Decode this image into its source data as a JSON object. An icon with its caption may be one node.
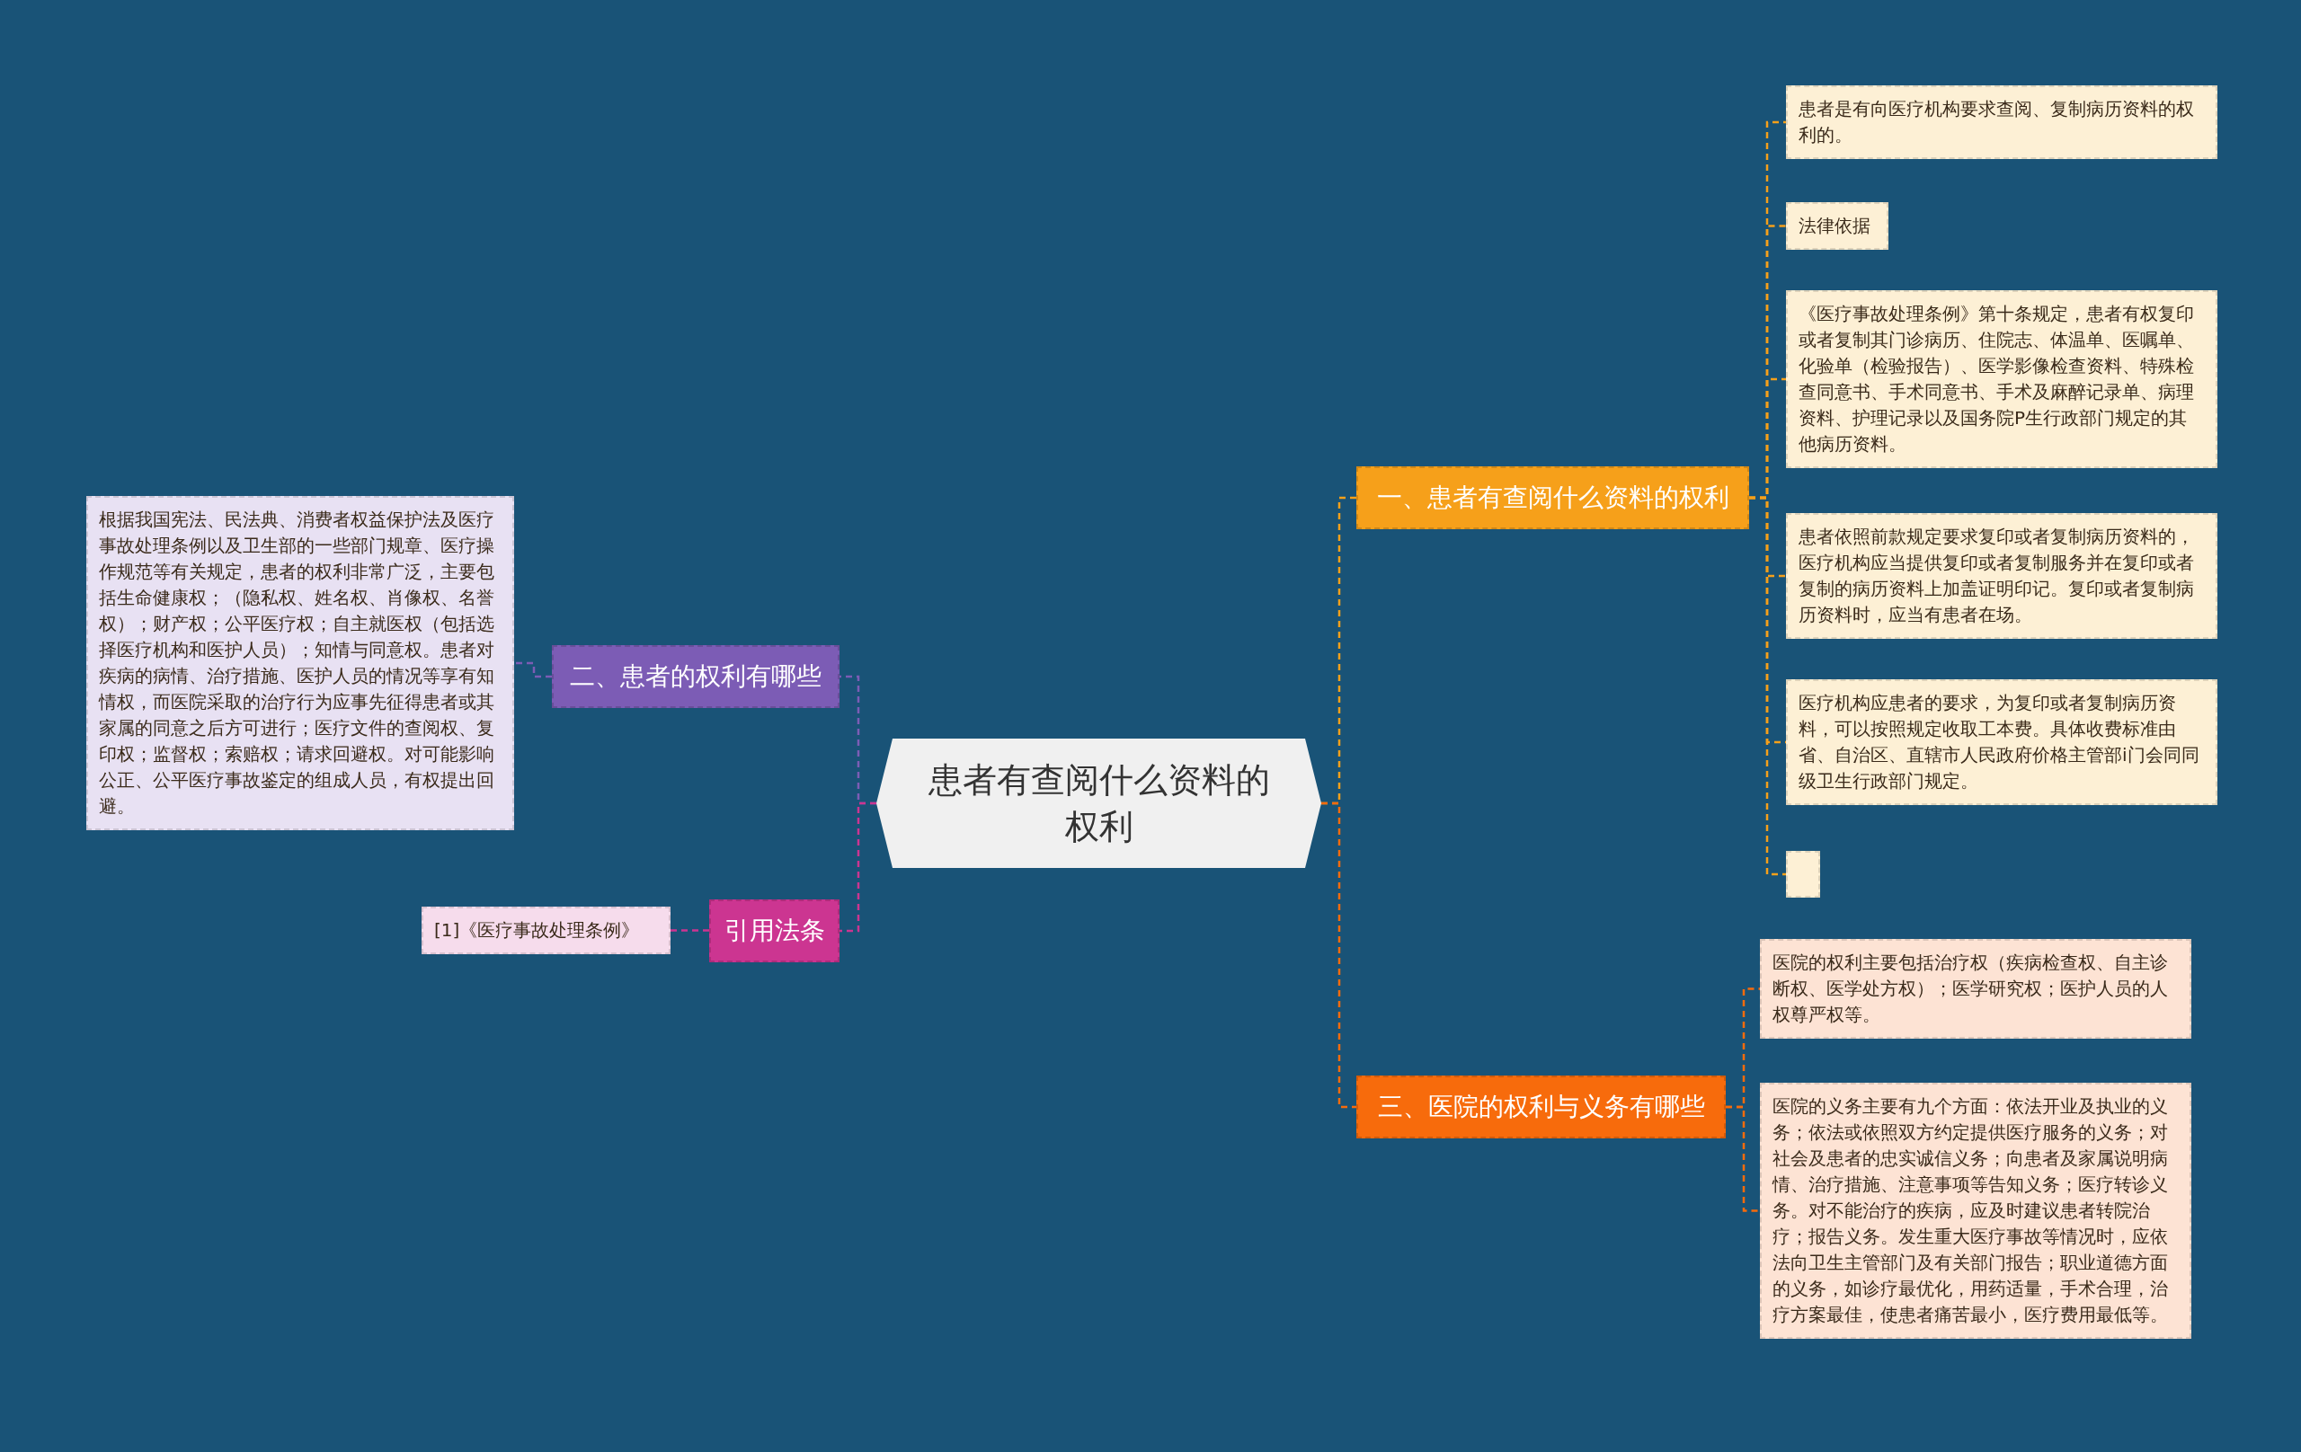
{
  "diagram": {
    "nodes": [
      {
        "text": [
          "患者有查阅什么资料的权利"
        ]
      },
      {
        "text": [
          "一、患者有查阅什么资料的权利"
        ]
      },
      {
        "text": [
          "患者是有向医疗机构要求查阅、复制病历资料的权利的。"
        ]
      },
      {
        "text": [
          "法律依据"
        ]
      },
      {
        "text": [
          "《医疗事故处理条例》第十条规定，患者有权复印或者复制其门诊病历、住院志、体温单、医嘱单、化验单（检验报告）、医学影像检查资料、特殊检查同意书、手术同意书、手术及麻醉记录单、病理资料、护理记录以及国务院P生行政部门规定的其他病历资料。"
        ]
      },
      {
        "text": [
          "患者依照前款规定要求复印或者复制病历资料的，医疗机构应当提供复印或者复制服务并在复印或者复制的病历资料上加盖证明印记。复印或者复制病历资料时，应当有患者在场。"
        ]
      },
      {
        "text": [
          "医疗机构应患者的要求，为复印或者复制病历资料，可以按照规定收取工本费。具体收费标准由省、自治区、直辖市人民政府价格主管部i门会同同级卫生行政部门规定。"
        ]
      },
      {
        "text": [],
        "shape": "box"
      },
      {
        "text": [
          "三、医院的权利与义务有哪些"
        ]
      },
      {
        "text": [
          "医院的权利主要包括治疗权（疾病检查权、自主诊断权、医学处方权）；医学研究权；医护人员的人权尊严权等。"
        ]
      },
      {
        "text": [
          "医院的义务主要有九个方面：依法开业及执业的义务；依法或依照双方约定提供医疗服务的义务；对社会及患者的忠实诚信义务；向患者及家属说明病情、治疗措施、注意事项等告知义务；医疗转诊义务。对不能治疗的疾病，应及时建议患者转院治疗；报告义务。发生重大医疗事故等情况时，应依法向卫生主管部门及有关部门报告；职业道德方面的义务，如诊疗最优化，用药适量，手术合理，治疗方案最佳，使患者痛苦最小，医疗费用最低等。"
        ]
      },
      {
        "text": [
          "二、患者的权利有哪些"
        ]
      },
      {
        "text": [
          "根据我国宪法、民法典、消费者权益保护法及医疗事故处理条例以及卫生部的一些部门规章、医疗操作规范等有关规定，患者的权利非常广泛，主要包括生命健康权；（隐私权、姓名权、肖像权、名誉权）；财产权；公平医疗权；自主就医权（包括选择医疗机构和医护人员）；知情与同意权。患者对疾病的病情、治疗措施、医护人员的情况等享有知情权，而医院采取的治疗行为应事先征得患者或其家属的同意之后方可进行；医疗文件的查阅权、复印权；监督权；索赔权；请求回避权。对可能影响公正、公平医疗事故鉴定的组成人员，有权提出回避。"
        ]
      },
      {
        "text": [
          "引用法条"
        ]
      },
      {
        "text": [
          "[1]《医疗事故处理条例》"
        ]
      }
    ],
    "edges": [
      {
        "from": 0,
        "to": 1,
        "arrow": "none",
        "style": "dashed",
        "color": "#f6a01a"
      },
      {
        "from": 1,
        "to": 2,
        "arrow": "none",
        "style": "dashed",
        "color": "#f6a01a"
      },
      {
        "from": 1,
        "to": 3,
        "arrow": "none",
        "style": "dashed",
        "color": "#f6a01a"
      },
      {
        "from": 1,
        "to": 4,
        "arrow": "none",
        "style": "dashed",
        "color": "#f6a01a"
      },
      {
        "from": 1,
        "to": 5,
        "arrow": "none",
        "style": "dashed",
        "color": "#f6a01a"
      },
      {
        "from": 1,
        "to": 6,
        "arrow": "none",
        "style": "dashed",
        "color": "#f6a01a"
      },
      {
        "from": 1,
        "to": 7,
        "arrow": "none",
        "style": "dashed",
        "color": "#f6a01a"
      },
      {
        "from": 0,
        "to": 8,
        "arrow": "none",
        "style": "dashed",
        "color": "#f76b0c"
      },
      {
        "from": 8,
        "to": 9,
        "arrow": "none",
        "style": "dashed",
        "color": "#f76b0c"
      },
      {
        "from": 8,
        "to": 10,
        "arrow": "none",
        "style": "dashed",
        "color": "#f76b0c"
      },
      {
        "from": 0,
        "to": 11,
        "arrow": "none",
        "style": "dashed",
        "color": "#7c5cb5"
      },
      {
        "from": 11,
        "to": 12,
        "arrow": "none",
        "style": "dashed",
        "color": "#7c5cb5"
      },
      {
        "from": 0,
        "to": 13,
        "arrow": "none",
        "style": "dashed",
        "color": "#cc3591"
      },
      {
        "from": 13,
        "to": 14,
        "arrow": "none",
        "style": "dashed",
        "color": "#cc3591"
      }
    ]
  }
}
